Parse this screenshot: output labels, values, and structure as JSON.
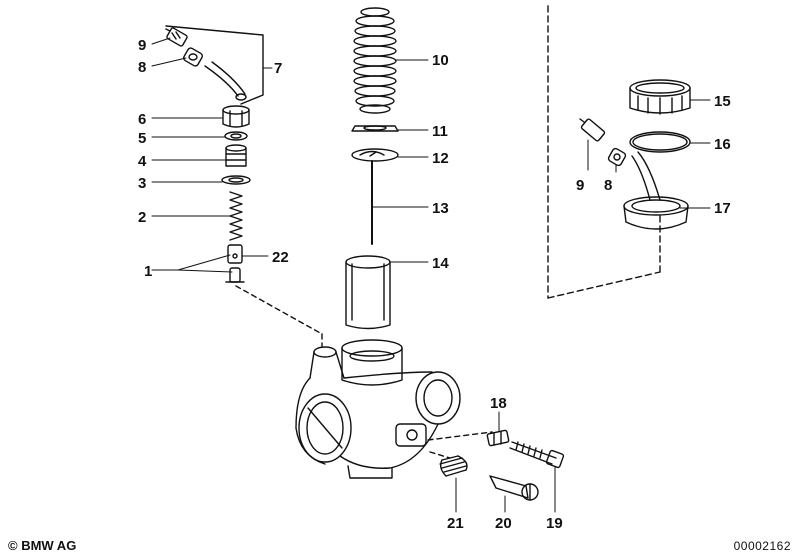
{
  "labels": {
    "1": "1",
    "2": "2",
    "3": "3",
    "4": "4",
    "5": "5",
    "6": "6",
    "7": "7",
    "8a": "8",
    "9a": "9",
    "10": "10",
    "11": "11",
    "12": "12",
    "13": "13",
    "14": "14",
    "15": "15",
    "16": "16",
    "17": "17",
    "8b": "8",
    "9b": "9",
    "18": "18",
    "19": "19",
    "20": "20",
    "21": "21",
    "22": "22"
  },
  "footer": {
    "copyright": "© BMW AG",
    "document_number": "00002162"
  }
}
